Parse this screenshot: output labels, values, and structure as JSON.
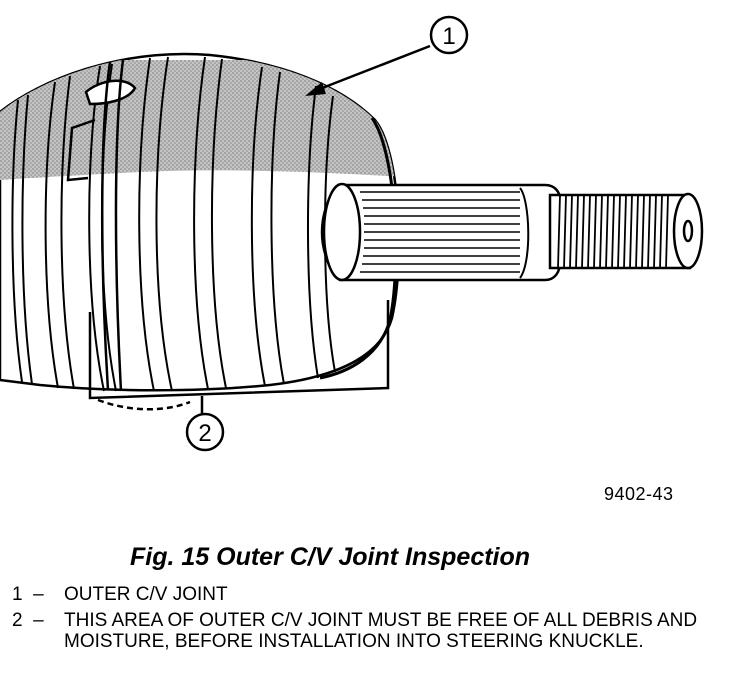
{
  "callouts": {
    "one": "1",
    "two": "2"
  },
  "ref_code": "9402-43",
  "figure_title": "Fig. 15 Outer C/V Joint Inspection",
  "legend": [
    {
      "num": "1  –",
      "text": "OUTER C/V JOINT"
    },
    {
      "num": "2  –",
      "text": "THIS AREA OF OUTER C/V JOINT MUST BE FREE OF ALL DEBRIS AND MOISTURE, BEFORE INSTALLATION INTO STEERING KNUCKLE."
    }
  ],
  "colors": {
    "ink": "#000000",
    "shade": "#b8b8b8",
    "paper": "#ffffff"
  }
}
